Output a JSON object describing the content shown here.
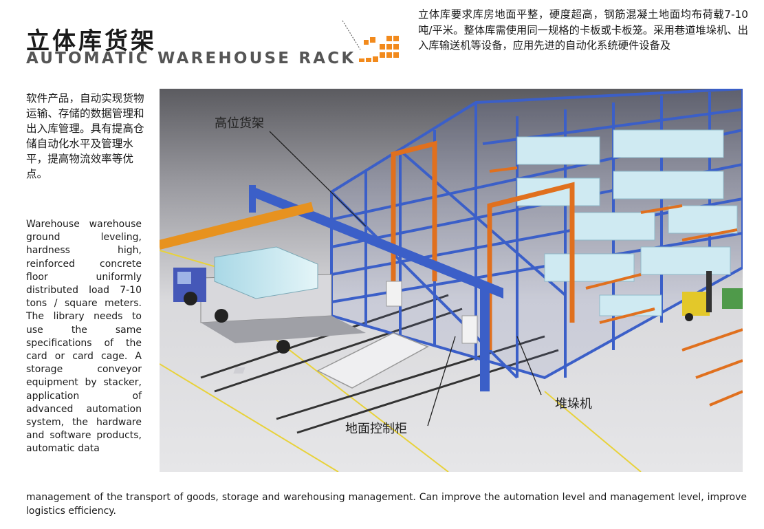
{
  "header": {
    "title_cn": "立体库货架",
    "title_en": "AUTOMATIC WAREHOUSE RACK"
  },
  "intro_cn": "立体库要求库房地面平整，硬度超高，钢筋混凝土地面均布荷载7-10吨/平米。整体库需使用同一规格的卡板或卡板笼。采用巷道堆垛机、出入库输送机等设备，应用先进的自动化系统硬件设备及",
  "side_cn": "软件产品，自动实现货物运输、存储的数据管理和出入库管理。具有提高仓储自动化水平及管理水平，提高物流效率等优点。",
  "side_en": "Warehouse warehouse ground leveling, hardness high, reinforced concrete floor uniformly distributed load 7-10 tons / square meters. The library needs to use the same specifications of the card or card cage. A storage conveyor equipment by stacker, application of advanced automation system, the hardware and software products, automatic data",
  "bottom_en": "management of the transport of goods, storage and warehousing management. Can improve the automation level and management level, improve logistics efficiency.",
  "illustration": {
    "labels": {
      "rack": "高位货架",
      "stacker": "堆垛机",
      "cabinet": "地面控制柜"
    }
  },
  "colors": {
    "rack_blue": "#3b5fc8",
    "frame_orange": "#e0701e",
    "load_cyan": "#bfe6ee",
    "floor_gray": "#cfcfd2",
    "logo_orange": "#f28a1c"
  }
}
